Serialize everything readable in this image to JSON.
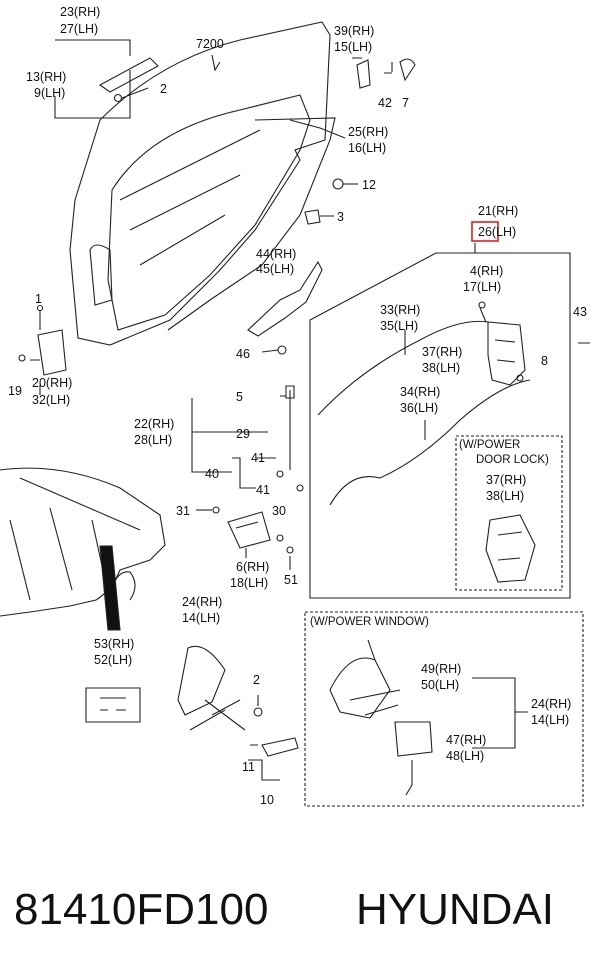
{
  "labels": {
    "l23": "23(RH)",
    "l27": "27(LH)",
    "l7200": "7200",
    "l39": "39(RH)",
    "l15": "15(LH)",
    "l13": "13(RH)",
    "l9": "9(LH)",
    "l2a": "2",
    "l42": "42",
    "l7": "7",
    "l25": "25(RH)",
    "l16": "16(LH)",
    "l12": "12",
    "l3": "3",
    "l21": "21(RH)",
    "l26": "26(LH)",
    "l44": "44(RH)",
    "l45": "45(LH)",
    "l4": "4(RH)",
    "l17": "17(LH)",
    "l1": "1",
    "l43": "43",
    "l33": "33(RH)",
    "l35": "35(LH)",
    "l46": "46",
    "l37a": "37(RH)",
    "l38a": "38(LH)",
    "l8": "8",
    "l19": "19",
    "l20": "20(RH)",
    "l32": "32(LH)",
    "l34": "34(RH)",
    "l36": "36(LH)",
    "l5": "5",
    "l22": "22(RH)",
    "l28": "28(LH)",
    "l29": "29",
    "l41a": "41",
    "l40": "40",
    "l41b": "41",
    "l31": "31",
    "l30": "30",
    "l6": "6(RH)",
    "l18": "18(LH)",
    "l51": "51",
    "l37b": "37(RH)",
    "l38b": "38(LH)",
    "l24a": "24(RH)",
    "l14a": "14(LH)",
    "l53": "53(RH)",
    "l52": "52(LH)",
    "l2b": "2",
    "l11": "11",
    "l10": "10",
    "l49": "49(RH)",
    "l50": "50(LH)",
    "l24b": "24(RH)",
    "l14b": "14(LH)",
    "l47": "47(RH)",
    "l48": "48(LH)"
  },
  "boxes": {
    "power_door_lock_line1": "(W/POWER",
    "power_door_lock_line2": "DOOR LOCK)",
    "power_window": "(W/POWER WINDOW)"
  },
  "highlight_color": "#e0201c",
  "footer": {
    "part_number": "81410FD100",
    "brand": "HYUNDAI"
  }
}
